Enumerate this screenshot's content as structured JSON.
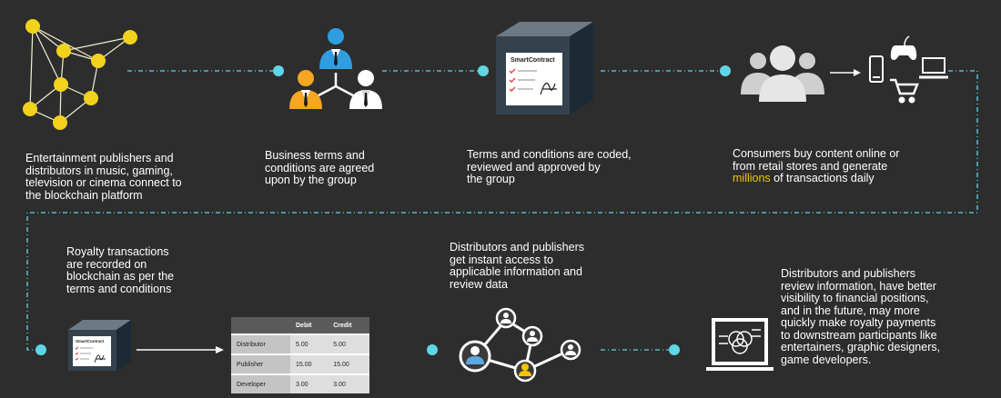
{
  "steps": {
    "s1": "Entertainment publishers and\ndistributors in music, gaming,\ntelevision or cinema connect to\nthe blockchain platform",
    "s2": "Business terms and\nconditions are agreed\nupon by the group",
    "s3": "Terms and conditions are coded,\nreviewed and approved by\nthe group",
    "s4_pre": "Consumers buy content online or\nfrom retail stores and generate\n",
    "s4_hl": "millions",
    "s4_post": " of transactions daily",
    "s5": "Royalty transactions\nare recorded on\nblockchain as per the\nterms and conditions",
    "s6": "Distributors and publishers\nget instant access to\napplicable information and\nreview data",
    "s7": "Distributors and publishers\nreview information, have better\nvisibility to financial positions,\nand in the future, may more\nquickly make royalty payments\nto downstream participants like\nentertainers, graphic designers,\ngame developers."
  },
  "contract": {
    "title": "SmartContract"
  },
  "ledger": {
    "headers": [
      "",
      "Debit",
      "Credit"
    ],
    "rows": [
      [
        "Distributor",
        "5.00",
        "5.00"
      ],
      [
        "Publisher",
        "15.00",
        "15.00"
      ],
      [
        "Developer",
        "3.00",
        "3.00"
      ]
    ]
  },
  "colors": {
    "node": "#f2d21c",
    "connector": "#5fd6e6",
    "background": "#2d2d2d",
    "accent": "#f2c300"
  }
}
